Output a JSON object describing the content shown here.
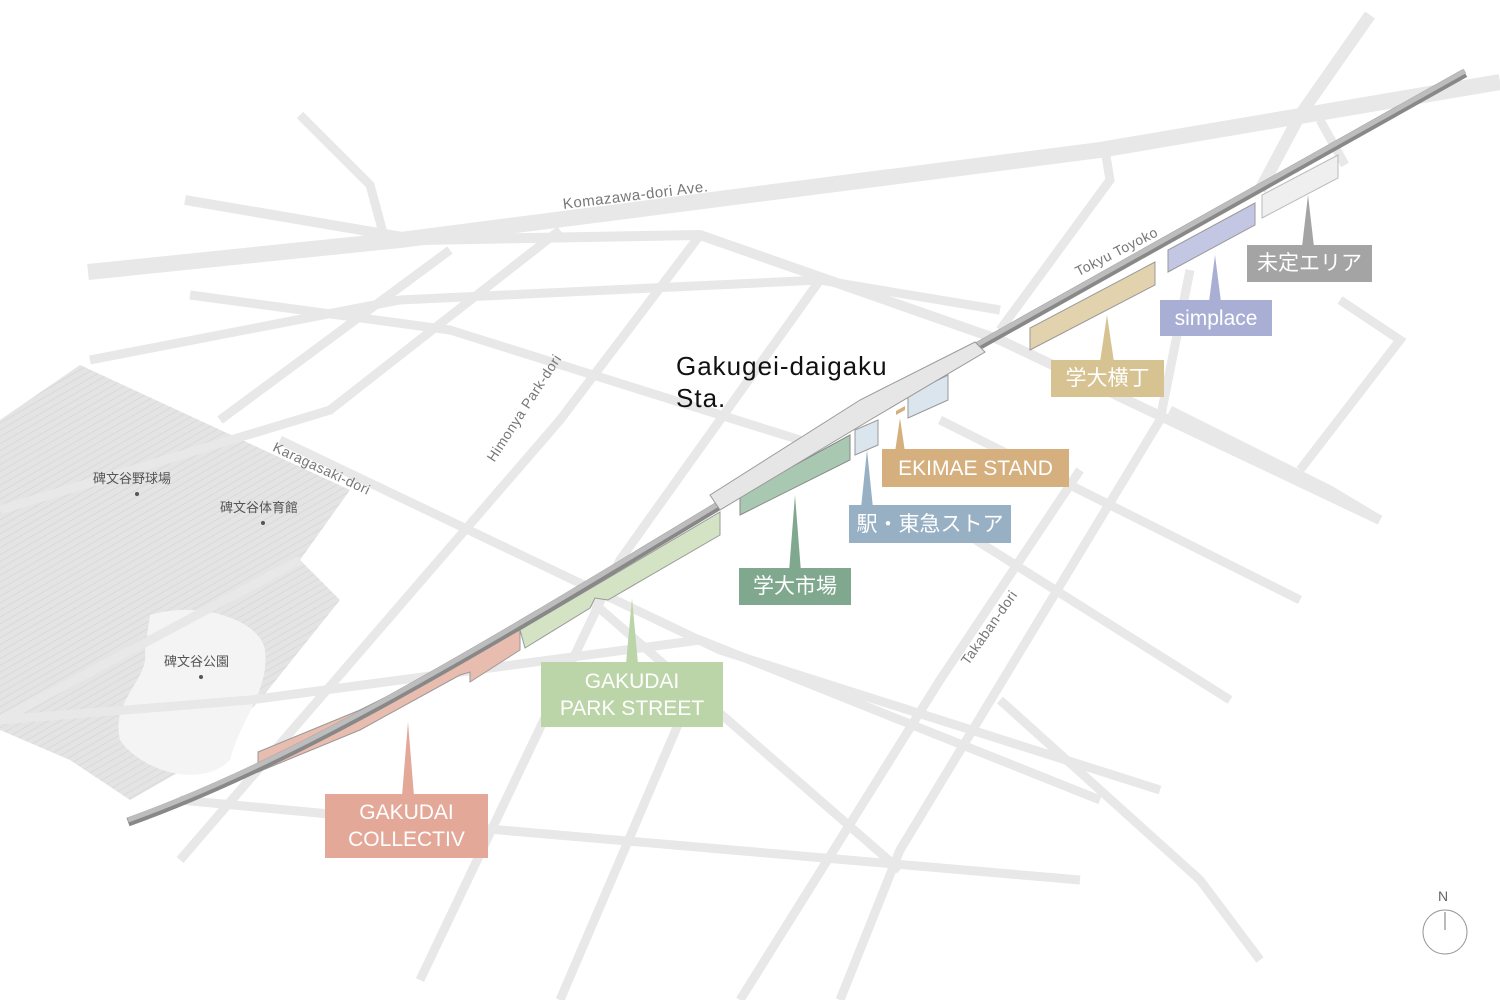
{
  "station": {
    "line1": "Gakugei-daigaku",
    "line2": "Sta."
  },
  "streets": {
    "komazawa": "Komazawa-dori Ave.",
    "tokyu": "Tokyu Toyoko",
    "himonya": "Himonya Park-dori",
    "karagasaki": "Karagasaki-dori",
    "takaban": "Takaban-dori"
  },
  "pois": [
    {
      "name": "碑文谷野球場"
    },
    {
      "name": "碑文谷体育館"
    },
    {
      "name": "碑文谷公園"
    }
  ],
  "areas": [
    {
      "id": "collectiv",
      "label_lines": [
        "GAKUDAI",
        "COLLECTIV"
      ],
      "color": "#e3a898"
    },
    {
      "id": "parkstreet",
      "label_lines": [
        "GAKUDAI",
        "PARK STREET"
      ],
      "color": "#bcd5a8"
    },
    {
      "id": "ichiba",
      "label_lines": [
        "学大市場"
      ],
      "color": "#80a88f"
    },
    {
      "id": "store",
      "label_lines": [
        "駅・東急ストア"
      ],
      "color": "#97b0c4"
    },
    {
      "id": "ekimae",
      "label_lines": [
        "EKIMAE STAND"
      ],
      "color": "#d5b07e"
    },
    {
      "id": "yokocho",
      "label_lines": [
        "学大横丁"
      ],
      "color": "#d7c291"
    },
    {
      "id": "simplace",
      "label_lines": [
        "simplace"
      ],
      "color": "#a9afd4"
    },
    {
      "id": "mitei",
      "label_lines": [
        "未定エリア"
      ],
      "color": "#a4a4a4"
    }
  ],
  "compass": {
    "label": "N"
  }
}
